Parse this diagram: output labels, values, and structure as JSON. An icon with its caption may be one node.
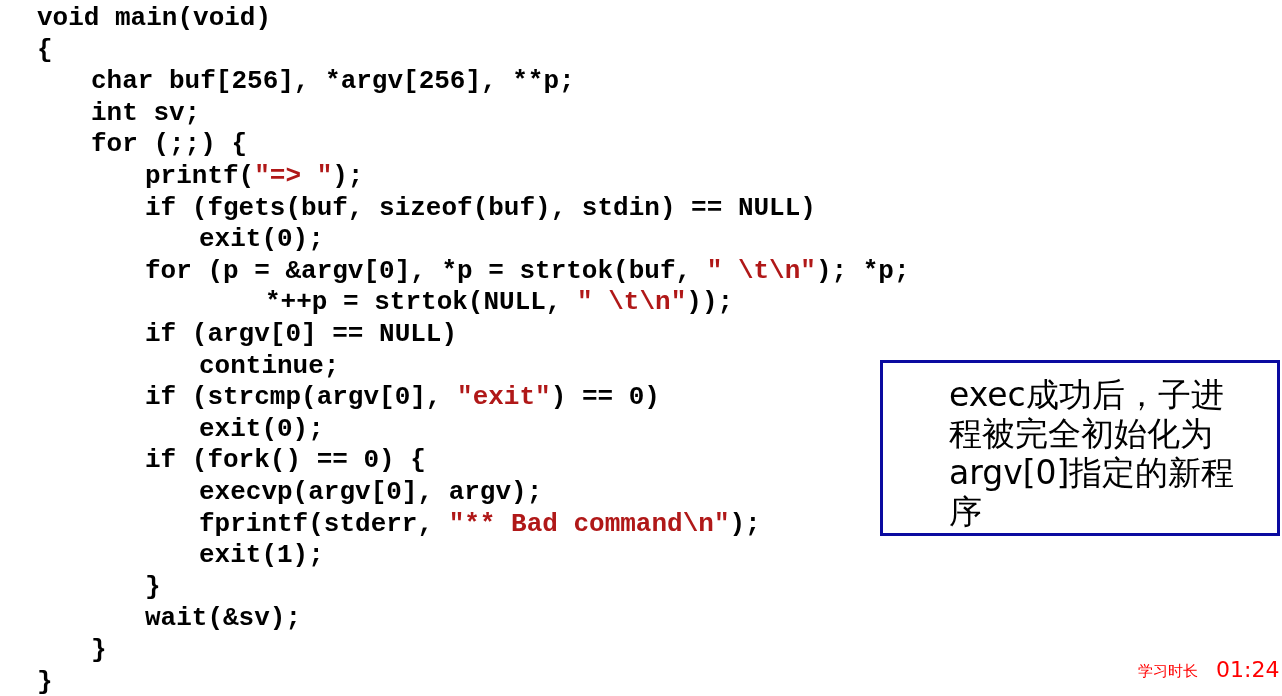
{
  "diagram": {
    "nodes": [
      {
        "text": [
          "exec成功后，子进程被完全初始化为argv[0]指定的新程序"
        ]
      }
    ],
    "labels": [
      "void main(void)",
      "{",
      "char buf[256], *argv[256], **p;",
      "int sv;",
      "for (;;) {",
      "printf(\"=> \");",
      "if (fgets(buf, sizeof(buf), stdin) == NULL)",
      "exit(0);",
      "for (p = &argv[0], *p = strtok(buf, \" \\t\\n\"); *p;",
      "*++p = strtok(NULL, \" \\t\\n\"));",
      "if (argv[0] == NULL)",
      "continue;",
      "if (strcmp(argv[0], \"exit\") == 0)",
      "exit(0);",
      "if (fork() == 0) {",
      "execvp(argv[0], argv);",
      "fprintf(stderr, \"** Bad command\\n\");",
      "exit(1);",
      "}",
      "wait(&sv);",
      "}",
      "}",
      "学习时长",
      "01:24"
    ]
  }
}
